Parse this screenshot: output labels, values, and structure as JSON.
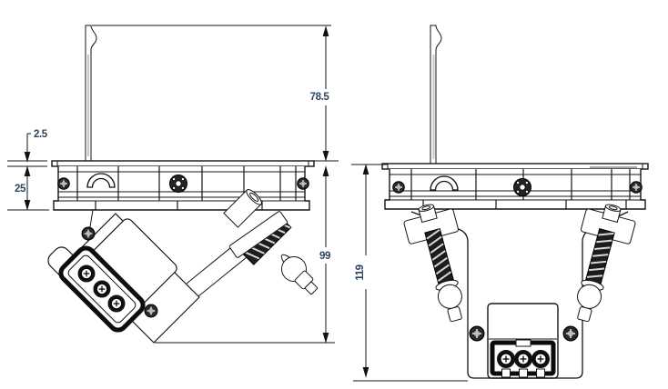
{
  "drawing": {
    "dimensions": {
      "flange_thickness": "2.5",
      "recess_depth": "25",
      "bracket_height": "78.5",
      "body_drop": "99",
      "overall_drop": "119"
    }
  }
}
